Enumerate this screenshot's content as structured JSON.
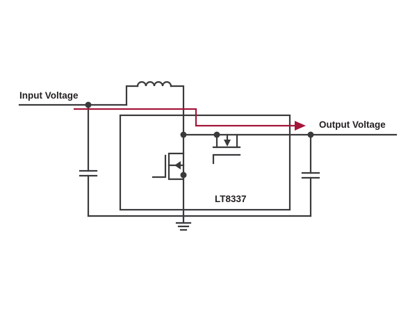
{
  "labels": {
    "input": "Input Voltage",
    "output": "Output Voltage",
    "chip": "LT8337"
  },
  "colors": {
    "wire": "#3a3a3c",
    "current_path": "#a4153a",
    "background": "#ffffff"
  },
  "icons": [
    "inductor-icon",
    "capacitor-icon",
    "nmos-transistor-icon",
    "pmos-transistor-icon",
    "ground-icon",
    "arrow-icon"
  ]
}
